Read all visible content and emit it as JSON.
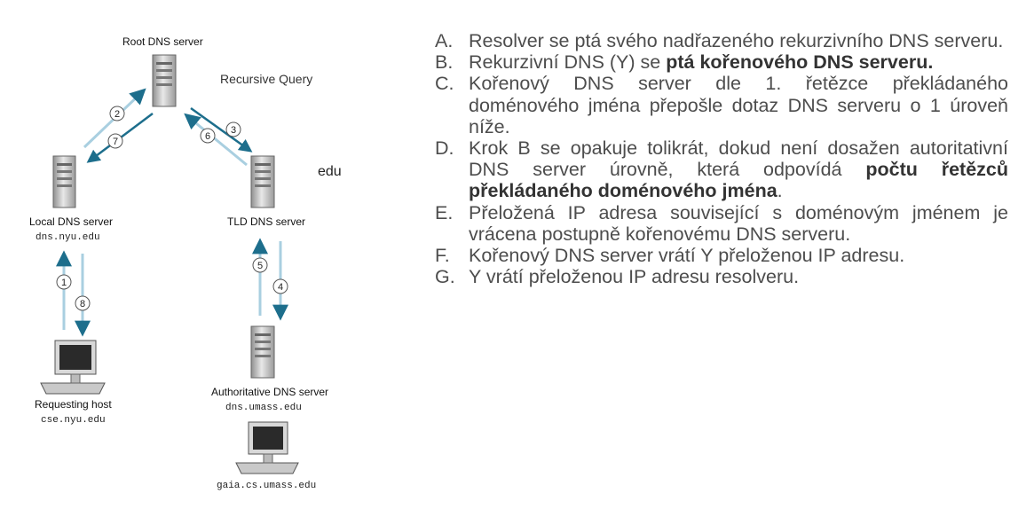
{
  "diagram": {
    "root_label": "Root DNS server",
    "recursive_label": "Recursive Query",
    "edu_label": "edu",
    "local_label": "Local DNS server",
    "local_host": "dns.nyu.edu",
    "tld_label": "TLD DNS server",
    "requesting_label": "Requesting host",
    "requesting_host": "cse.nyu.edu",
    "auth_label": "Authoritative DNS server",
    "auth_host": "dns.umass.edu",
    "gaia_host": "gaia.cs.umass.edu",
    "step_numbers": [
      "1",
      "2",
      "3",
      "4",
      "5",
      "6",
      "7",
      "8"
    ],
    "colors": {
      "arrow_dark": "#1d6e8c",
      "arrow_light": "#a9cfe0"
    }
  },
  "steps": [
    {
      "marker": "A.",
      "parts": [
        {
          "t": "Resolver se ptá svého nadřazeného rekurzivního DNS serveru."
        }
      ]
    },
    {
      "marker": "B.",
      "parts": [
        {
          "t": "Rekurzivní DNS (Y) se "
        },
        {
          "t": "ptá kořenového DNS serveru.",
          "b": true
        }
      ]
    },
    {
      "marker": "C.",
      "parts": [
        {
          "t": "Kořenový DNS server dle 1. řetězce překládaného doménového jména přepošle dotaz DNS serveru o 1 úroveň níže."
        }
      ]
    },
    {
      "marker": "D.",
      "parts": [
        {
          "t": "Krok B se opakuje tolikrát, dokud není dosažen autoritativní DNS server úrovně, která odpovídá "
        },
        {
          "t": "počtu řetězců překládaného doménového jména",
          "b": true
        },
        {
          "t": "."
        }
      ]
    },
    {
      "marker": "E.",
      "parts": [
        {
          "t": "Přeložená IP adresa  související s doménovým jménem je vrácena postupně kořenovému DNS serveru."
        }
      ]
    },
    {
      "marker": "F.",
      "parts": [
        {
          "t": "Kořenový DNS server vrátí Y přeloženou IP adresu."
        }
      ],
      "oneline": true
    },
    {
      "marker": "G.",
      "parts": [
        {
          "t": "Y vrátí přeloženou IP adresu resolveru."
        }
      ],
      "oneline": true
    }
  ]
}
